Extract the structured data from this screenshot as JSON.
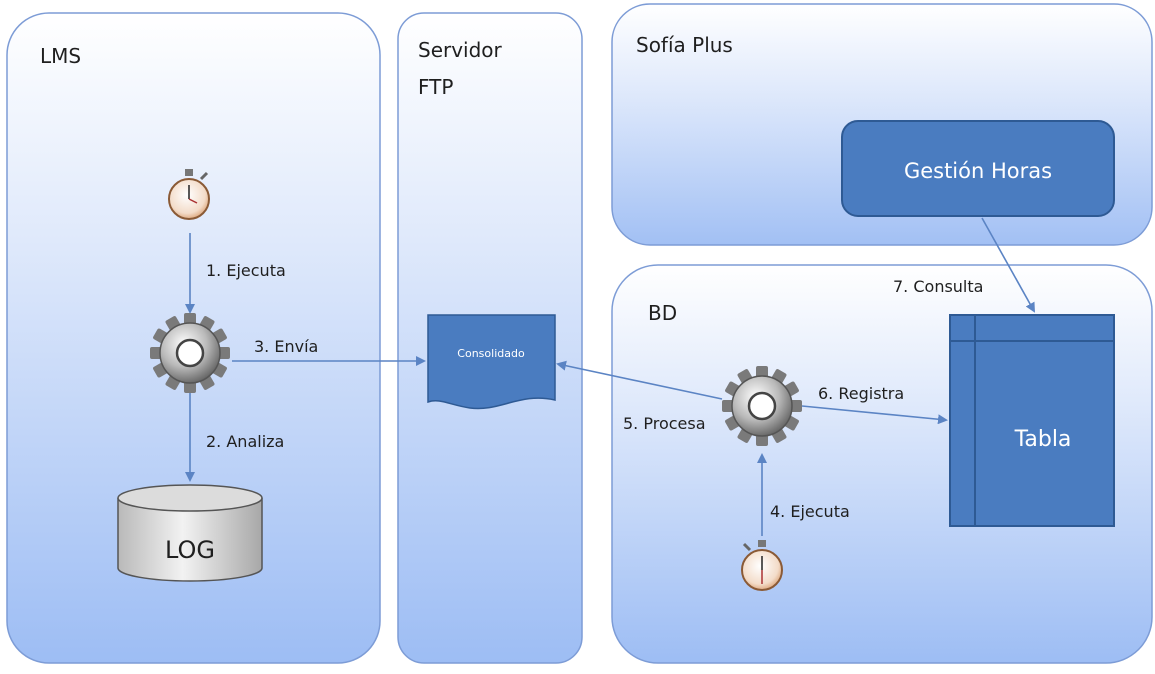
{
  "lanes": {
    "lms": "LMS",
    "ftp_line1": "Servidor",
    "ftp_line2": "FTP",
    "sofia": "Sofía Plus",
    "bd": "BD"
  },
  "nodes": {
    "gestion_horas": "Gestión Horas",
    "consolidado": "Consolidado",
    "log": "LOG",
    "tabla": "Tabla"
  },
  "edges": {
    "e1": "1. Ejecuta",
    "e2": "2. Analiza",
    "e3": "3. Envía",
    "e4": "4. Ejecuta",
    "e5": "5. Procesa",
    "e6": "6. Registra",
    "e7": "7. Consulta"
  },
  "icons": {
    "timer": "stopwatch-icon",
    "process": "gear-icon",
    "storage": "database-cylinder-icon",
    "document": "document-icon"
  },
  "colors": {
    "lane_top": "#ffffff",
    "lane_bottom": "#9bbcf5",
    "lane_border": "#7a9ad6",
    "box_fill": "#4a7cc0",
    "box_border": "#2e5a94",
    "arrow": "#5b84c4"
  }
}
